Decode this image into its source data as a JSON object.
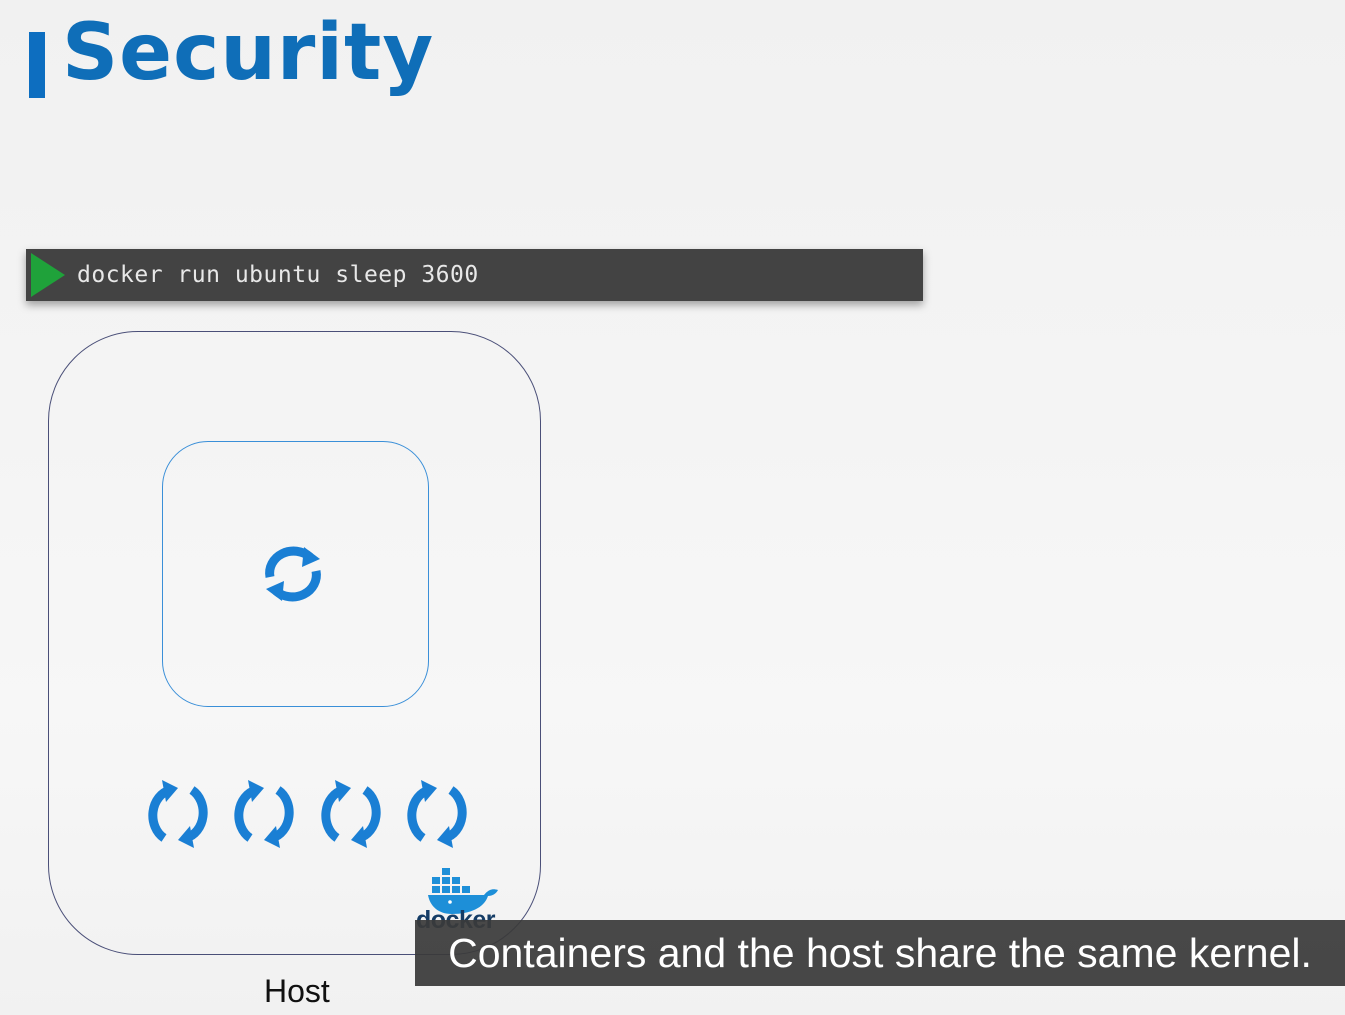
{
  "slide": {
    "title": "Security"
  },
  "terminal": {
    "command": "docker run ubuntu sleep 3600",
    "run_icon": "play-triangle-icon",
    "run_icon_color": "#1fa23a"
  },
  "diagram": {
    "host_label": "Host",
    "container_process_icon": "process-refresh-icon",
    "host_process_icons": [
      "process-refresh-icon",
      "process-refresh-icon",
      "process-refresh-icon",
      "process-refresh-icon"
    ],
    "docker_logo_text": "docker",
    "accent_color": "#1a7fd4"
  },
  "subtitle": {
    "text": "Containers and the host share the same kernel."
  }
}
